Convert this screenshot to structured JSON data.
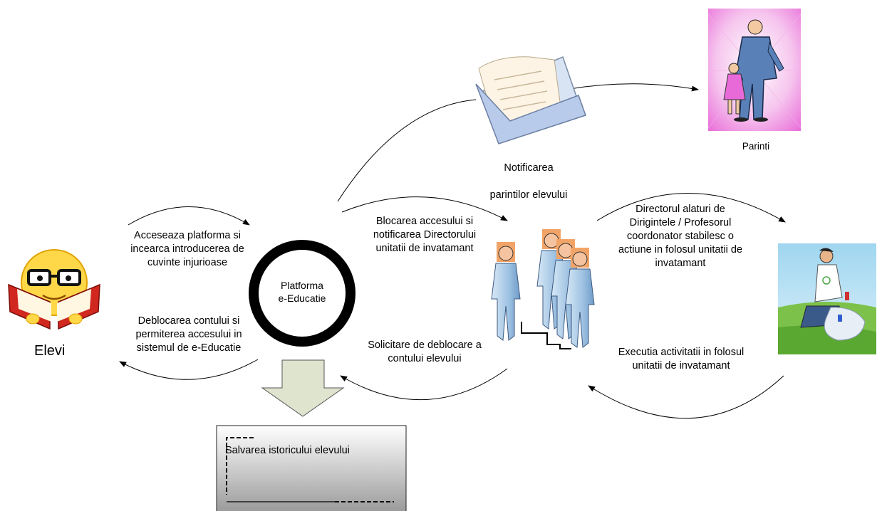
{
  "actors": {
    "students": "Elevi",
    "parents": "Parinti"
  },
  "platform": {
    "line1": "Platforma",
    "line2": "e-Educatie"
  },
  "flows": {
    "access": [
      "Acceseaza platforma si",
      "incearca introducerea de",
      "cuvinte injurioase"
    ],
    "unlock": [
      "Deblocarea contului si",
      "permiterea accesului in",
      "sistemul de e-Educatie"
    ],
    "notify_parents": [
      "Notificarea",
      "parintilor elevului"
    ],
    "block": [
      "Blocarea accesului si",
      "notificarea Directorului",
      "unitatii de invatamant"
    ],
    "request_unlock": [
      "Solicitare de deblocare a",
      "contului elevului"
    ],
    "director_decision": [
      "Directorul alaturi de",
      "Dirigintele / Profesorul",
      "coordonator stabilesc o",
      "actiune in folosul unitatii de",
      "invatamant"
    ],
    "execution": [
      "Executia activitatii in folosul",
      "unitatii de invatamant"
    ]
  },
  "history_box": "Salvarea istoricului elevului",
  "colors": {
    "ring": "#000000",
    "down_arrow": "#dfe4cf",
    "history_box_top": "#ffffff",
    "history_box_bottom": "#9a9a9a",
    "figure_blue": "#aac8e4",
    "figure_head": "#f2a468"
  },
  "icons": [
    "reading-emoji-icon",
    "envelope-letter-icon",
    "parent-child-icon",
    "staff-group-icon",
    "recycling-volunteer-icon"
  ]
}
